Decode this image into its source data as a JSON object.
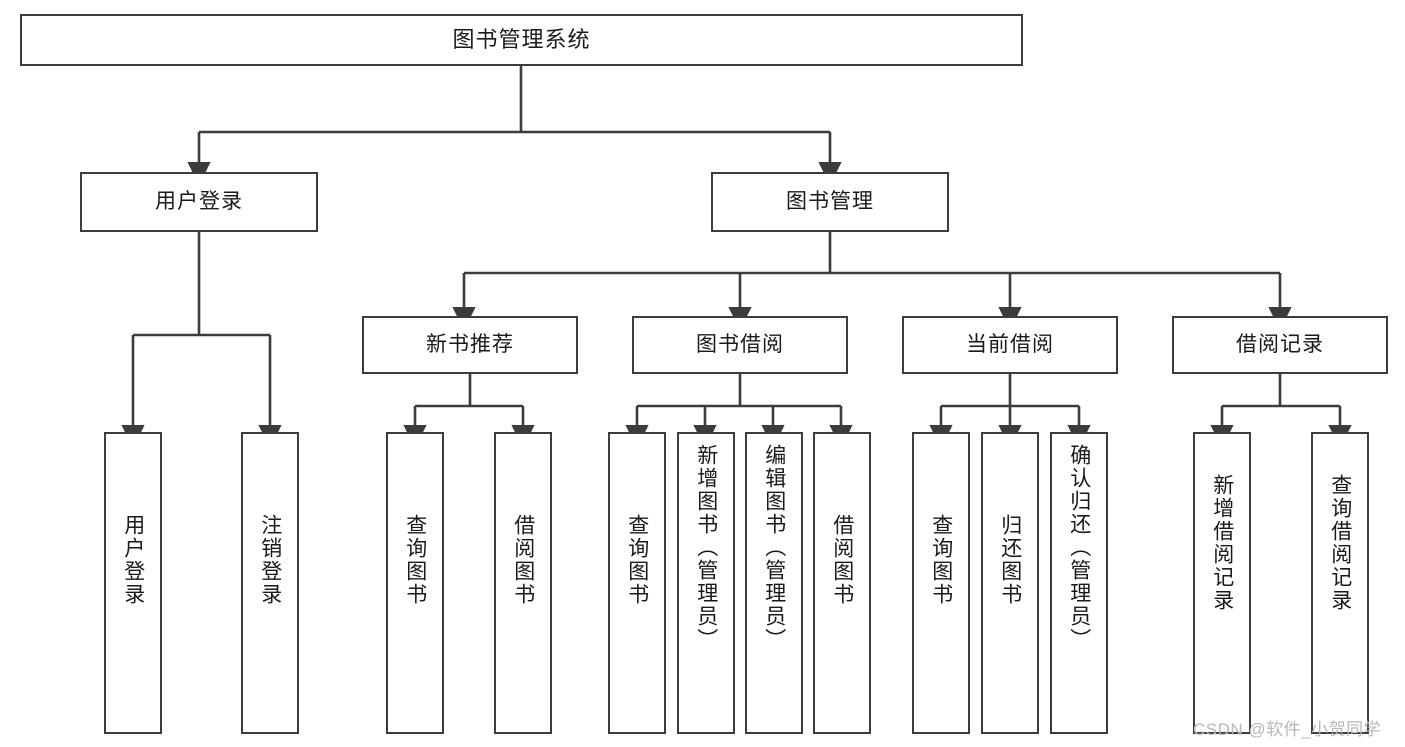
{
  "diagram": {
    "type": "tree",
    "title": "图书管理系统",
    "orientation": "top-down",
    "edge_style": "orthogonal-arrow",
    "colors": {
      "box_border": "#3c3c3c",
      "box_fill": "#ffffff",
      "edge": "#3c3c3c",
      "text": "#1a1a1a",
      "watermark": "#b8b8b8",
      "background": "#ffffff"
    }
  },
  "nodes": {
    "root": {
      "label": "图书管理系统"
    },
    "level1": [
      {
        "id": "user-login",
        "label": "用户登录"
      },
      {
        "id": "book-manage",
        "label": "图书管理"
      }
    ],
    "level2": [
      {
        "id": "new-book-recommend",
        "label": "新书推荐"
      },
      {
        "id": "book-borrow",
        "label": "图书借阅"
      },
      {
        "id": "current-borrow",
        "label": "当前借阅"
      },
      {
        "id": "borrow-record",
        "label": "借阅记录"
      }
    ],
    "leaves": {
      "user-login": [
        {
          "id": "leaf-user-login",
          "label": "用户登录"
        },
        {
          "id": "leaf-logout",
          "label": "注销登录"
        }
      ],
      "new-book-recommend": [
        {
          "id": "leaf-query-book-1",
          "label": "查询图书"
        },
        {
          "id": "leaf-borrow-book-1",
          "label": "借阅图书"
        }
      ],
      "book-borrow": [
        {
          "id": "leaf-query-book-2",
          "label": "查询图书"
        },
        {
          "id": "leaf-add-book",
          "label": "新增图书（管理员）"
        },
        {
          "id": "leaf-edit-book",
          "label": "编辑图书（管理员）"
        },
        {
          "id": "leaf-borrow-book-2",
          "label": "借阅图书"
        }
      ],
      "current-borrow": [
        {
          "id": "leaf-query-book-3",
          "label": "查询图书"
        },
        {
          "id": "leaf-return-book",
          "label": "归还图书"
        },
        {
          "id": "leaf-confirm-return",
          "label": "确认归还（管理员）"
        }
      ],
      "borrow-record": [
        {
          "id": "leaf-add-record",
          "label": "新增借阅记录"
        },
        {
          "id": "leaf-query-record",
          "label": "查询借阅记录"
        }
      ]
    }
  },
  "watermark": {
    "text": "CSDN @软件_小贺同学"
  }
}
